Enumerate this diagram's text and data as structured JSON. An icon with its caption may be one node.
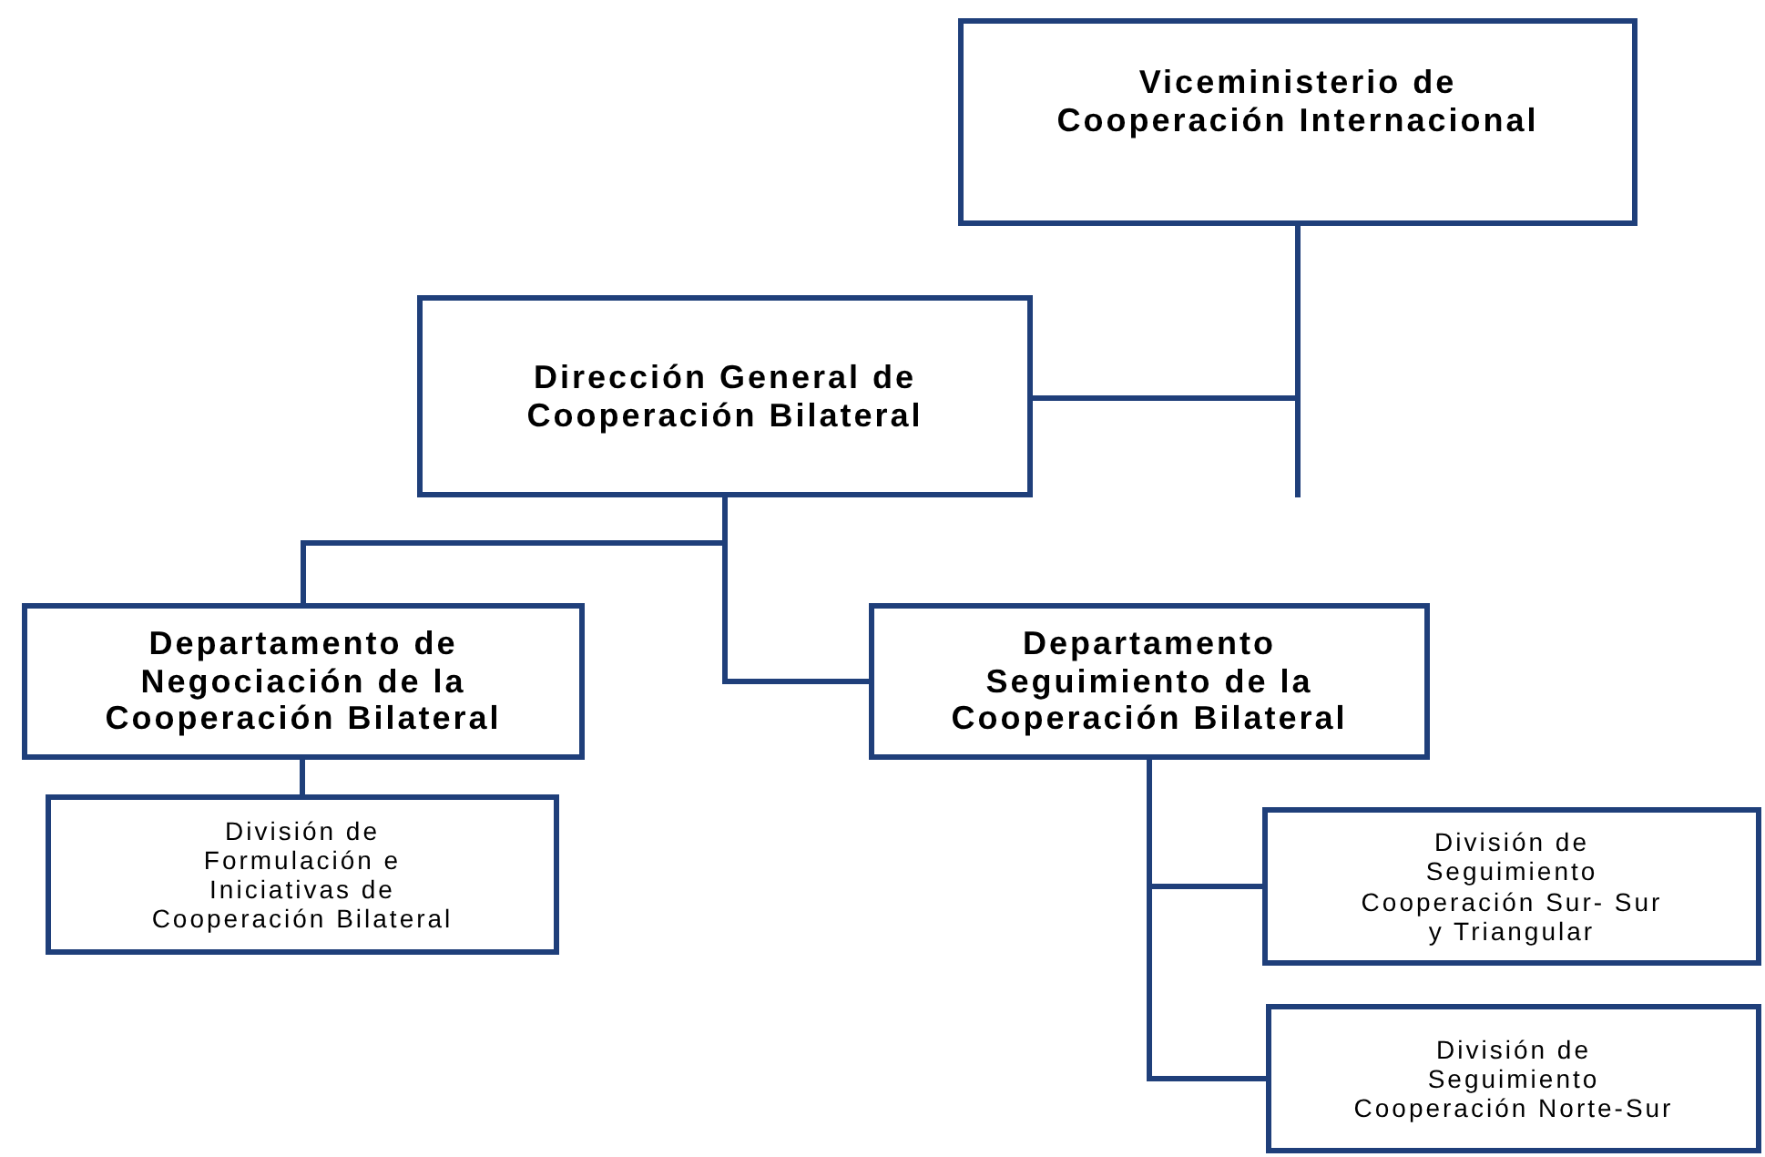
{
  "diagram": {
    "nodes": [
      {
        "text": [
          "Viceministerio de Cooperación Internacional"
        ]
      },
      {
        "text": [
          "Dirección General de Cooperación Bilateral"
        ]
      },
      {
        "text": [
          "Departamento de Negociación de la Cooperación Bilateral"
        ]
      },
      {
        "text": [
          "Departamento Seguimiento de la Cooperación Bilateral"
        ]
      },
      {
        "text": [
          "División de Formulación e Iniciativas de Cooperación Bilateral"
        ]
      },
      {
        "text": [
          "División de Seguimiento Cooperación Sur- Sur y Triangular"
        ]
      },
      {
        "text": [
          "División de Seguimiento Cooperación Norte-Sur"
        ]
      }
    ],
    "edges": [
      {
        "from": 0,
        "to": 1,
        "arrow": "none"
      },
      {
        "from": 1,
        "to": 2,
        "arrow": "none"
      },
      {
        "from": 1,
        "to": 3,
        "arrow": "none"
      },
      {
        "from": 2,
        "to": 4,
        "arrow": "none"
      },
      {
        "from": 3,
        "to": 5,
        "arrow": "none"
      },
      {
        "from": 3,
        "to": 6,
        "arrow": "none"
      }
    ]
  }
}
